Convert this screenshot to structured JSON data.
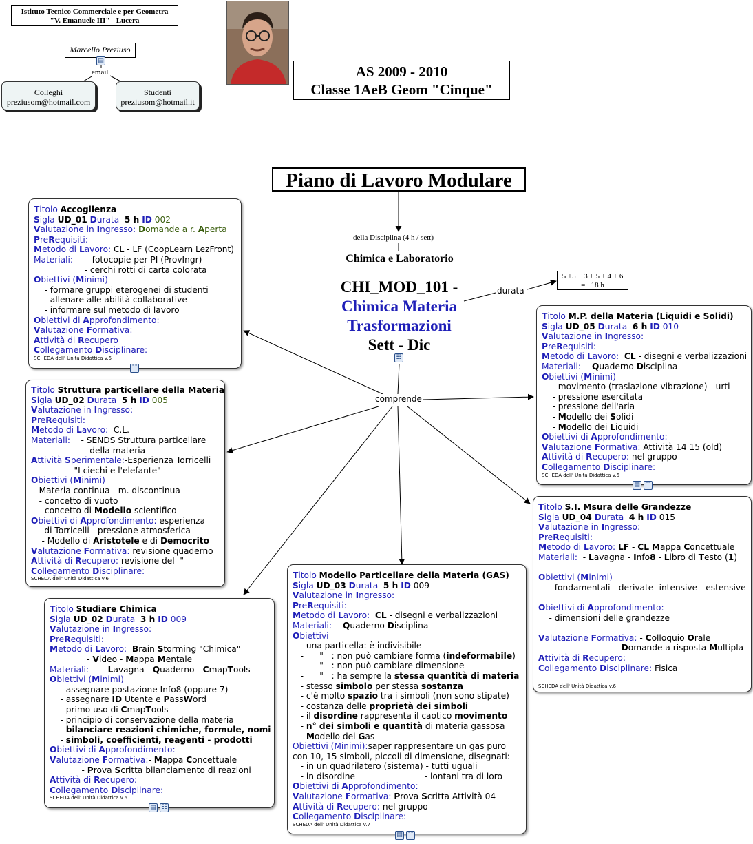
{
  "school": {
    "line1": "Istituto Tecnico Commerciale e per Geometra",
    "line2": "\"V. Emanuele III\" - Lucera"
  },
  "author": {
    "name": "Marcello Preziuso",
    "link_label": "email"
  },
  "contacts": [
    {
      "title": "Colleghi",
      "email": "preziusom@hotmail.com"
    },
    {
      "title": "Studenti",
      "email": "preziusom@hotmail.it"
    }
  ],
  "year": {
    "line1": "AS 2009 - 2010",
    "line2": "Classe 1AeB Geom \"Cinque\""
  },
  "main_title": "Piano di Lavoro Modulare",
  "discipline_link": "della Disciplina (4 h / sett)",
  "discipline": "Chimica e Laboratorio",
  "module": {
    "code": "CHI_MOD_101 -",
    "name_line1": "Chimica Materia",
    "name_line2": "Trasformazioni",
    "period": "Sett - Dic"
  },
  "link_durata": "durata",
  "durata_box": {
    "line1": "5 +5 + 3 + 5 + 4 + 6",
    "line2": "=   18 h"
  },
  "link_comprende": "comprende",
  "colors": {
    "label_blue": "#1f1fb8",
    "text_green": "#3a5e0e",
    "bubble_fill": "#eef4f4"
  },
  "icons": [
    "document-icon",
    "concept-map-icon"
  ],
  "units": [
    {
      "lines": [
        "<span class='bluebold'>T</span><span class='blue'>itolo</span> <span class='b'>Accoglienza</span>",
        "<span class='bluebold'>S</span><span class='blue'>igla</span> <span class='b'>UD_01</span> <span class='bluebold'>D</span><span class='blue'>urata</span>  <span class='b'>5 h</span> <span class='bluebold'>ID</span> <span class='green'>002</span>",
        "<span class='bluebold'>V</span><span class='blue'>alutazione in </span><span class='bluebold'>I</span><span class='blue'>ngresso:</span> <span class='green'><b>D</b>omande a r. <b>A</b>perta</span>",
        "<span class='bluebold'>P</span><span class='blue'>re</span><span class='bluebold'>R</span><span class='blue'>equisiti:</span>",
        "<span class='bluebold'>M</span><span class='blue'>etodo di </span><span class='bluebold'>L</span><span class='blue'>avoro:</span> CL - LF (CoopLearn LezFront)",
        "<span class='blue'>Materiali:</span>     - fotocopie per PI (ProvIngr)",
        "                   - cerchi rotti di carta colorata",
        "<span class='bluebold'>O</span><span class='blue'>biettivi (</span><span class='bluebold'>M</span><span class='blue'>inimi)</span>",
        "    - formare gruppi eterogenei di studenti",
        "    - allenare alle abilità collaborative",
        "    - informare sul metodo di lavoro",
        "<span class='bluebold'>O</span><span class='blue'>biettivi di </span><span class='bluebold'>A</span><span class='blue'>pprofondimento:</span>",
        "<span class='bluebold'>V</span><span class='blue'>alutazione </span><span class='bluebold'>F</span><span class='blue'>ormativa:</span>",
        "<span class='bluebold'>A</span><span class='blue'>ttività di </span><span class='bluebold'>R</span><span class='blue'>ecupero</span>",
        "<span class='bluebold'>C</span><span class='blue'>ollegamento </span><span class='bluebold'>D</span><span class='blue'>isciplinare:</span>"
      ],
      "footer": "SCHEDA dell' Unità Didattica v.6"
    },
    {
      "lines": [
        "<span class='bluebold'>T</span><span class='blue'>itolo</span> <span class='b'>Struttura particellare della Materia</span>",
        "<span class='bluebold'>S</span><span class='blue'>igla</span> <span class='b'>UD_02</span> <span class='bluebold'>D</span><span class='blue'>urata</span>  <span class='b'>5 h</span> <span class='bluebold'>ID</span> <span class='green'>005</span>",
        "<span class='bluebold'>V</span><span class='blue'>alutazione in </span><span class='bluebold'>I</span><span class='blue'>ngresso:</span>",
        "<span class='bluebold'>P</span><span class='blue'>re</span><span class='bluebold'>R</span><span class='blue'>equisiti:</span>",
        "<span class='bluebold'>M</span><span class='blue'>etodo di </span><span class='bluebold'>L</span><span class='blue'>avoro:</span>  C.L.",
        "<span class='blue'>Materiali:</span>    - SENDS Struttura particellare",
        "                      della materia",
        "<span class='bluebold'>A</span><span class='blue'>ttività </span><span class='bluebold'>S</span><span class='blue'>perimentale:</span>-Esperienza Torricelli",
        "              - \"I ciechi e l'elefante\"",
        "<span class='bluebold'>O</span><span class='blue'>biettivi (</span><span class='bluebold'>M</span><span class='blue'>inimi)</span>",
        "   Materia continua - m. discontinua",
        "   - concetto di vuoto",
        "   - concetto di <b>Modello</b> scientifico",
        "<span class='bluebold'>O</span><span class='blue'>biettivi di </span><span class='bluebold'>A</span><span class='blue'>pprofondimento:</span> esperienza",
        "     di Torricelli - pressione atmosferica",
        "    - Modello di <b>Aristotele</b> e di <b>Democrito</b>",
        "<span class='bluebold'>V</span><span class='blue'>alutazione </span><span class='bluebold'>F</span><span class='blue'>ormativa:</span> revisione quaderno",
        "<span class='bluebold'>A</span><span class='blue'>ttività di </span><span class='bluebold'>R</span><span class='blue'>ecupero:</span> revisione del  \"",
        "<span class='bluebold'>C</span><span class='blue'>ollegamento </span><span class='bluebold'>D</span><span class='blue'>isciplinare:</span>"
      ],
      "footer": "SCHEDA dell' Unità Didattica v.6"
    },
    {
      "lines": [
        "<span class='bluebold'>T</span><span class='blue'>itolo</span> <span class='b'>Studiare Chimica</span>",
        "<span class='bluebold'>S</span><span class='blue'>igla</span> <span class='b'>UD_02</span> <span class='bluebold'>D</span><span class='blue'>urata</span>  <span class='b'>3 h</span> <span class='bluebold'>ID</span> <span class='blue'>009</span>",
        "<span class='bluebold'>V</span><span class='blue'>alutazione in </span><span class='bluebold'>I</span><span class='blue'>ngresso:</span>",
        "<span class='bluebold'>P</span><span class='blue'>re</span><span class='bluebold'>R</span><span class='blue'>equisiti:</span>",
        "<span class='bluebold'>M</span><span class='blue'>etodo di </span><span class='bluebold'>L</span><span class='blue'>avoro:</span>  <b>B</b>rain <b>S</b>torming \"Chimica\"",
        "              - <b>V</b>ideo - <b>M</b>appa <b>M</b>entale",
        "<span class='blue'>Materiali:</span>     - <b>L</b>avagna - <b>Q</b>uaderno - <b>C</b>map<b>T</b>ools",
        "<span class='bluebold'>O</span><span class='blue'>biettivi (</span><span class='bluebold'>M</span><span class='blue'>inimi)</span>",
        "    - assegnare postazione Info8 (oppure 7)",
        "    - assegnare <b>ID</b> Utente e <b>P</b>ass<b>W</b>ord",
        "    - primo uso di <b>C</b>map<b>T</b>ools",
        "    - principio di conservazione della materia",
        "    - <b>bilanciare reazioni chimiche, formule, nomi</b>",
        "    - <b>simboli, coefficienti, reagenti - prodotti</b>",
        "<span class='bluebold'>O</span><span class='blue'>biettivi di </span><span class='bluebold'>A</span><span class='blue'>pprofondimento:</span>",
        "<span class='bluebold'>V</span><span class='blue'>alutazione </span><span class='bluebold'>F</span><span class='blue'>ormativa:</span>- <b>M</b>appa <b>C</b>oncettuale",
        "            - <b>P</b>rova <b>S</b>critta bilanciamento di reazioni",
        "<span class='bluebold'>A</span><span class='blue'>ttività di </span><span class='bluebold'>R</span><span class='blue'>ecupero:</span>",
        "<span class='bluebold'>C</span><span class='blue'>ollegamento </span><span class='bluebold'>D</span><span class='blue'>isciplinare:</span>"
      ],
      "footer": "SCHEDA dell' Unità Didattica v.6"
    },
    {
      "lines": [
        "<span class='bluebold'>T</span><span class='blue'>itolo</span> <span class='b'>Modello Particellare della Materia (GAS)</span>",
        "<span class='bluebold'>S</span><span class='blue'>igla</span> <span class='b'>UD_03</span> <span class='bluebold'>D</span><span class='blue'>urata</span>  <span class='b'>5 h</span> <span class='bluebold'>ID</span> 009",
        "<span class='bluebold'>V</span><span class='blue'>alutazione in </span><span class='bluebold'>I</span><span class='blue'>ngresso:</span>",
        "<span class='bluebold'>P</span><span class='blue'>re</span><span class='bluebold'>R</span><span class='blue'>equisiti:</span>",
        "<span class='bluebold'>M</span><span class='blue'>etodo di </span><span class='bluebold'>L</span><span class='blue'>avoro:</span>  <b>CL</b> - disegni e verbalizzazioni",
        "<span class='blue'>Materiali:</span>  - <b>Q</b>uaderno <b>D</b>isciplina",
        "<span class='bluebold'>O</span><span class='blue'>biettivi</span>",
        "   - una particella: è indivisibile",
        "   -      \"   : non può cambiare forma (<b>indeformabile</b>)",
        "   -      \"   : non può cambiare dimensione",
        "   -      \"   : ha sempre la <b>stessa quantità di materia</b>",
        "   - stesso <b>simbolo</b> per stessa <b>sostanza</b>",
        "   - c'è molto <b>spazio</b> tra i simboli (non sono stipate)",
        "   - costanza delle <b>proprietà dei simboli</b>",
        "   - il <b>disordine</b> rappresenta il caotico <b>movimento</b>",
        "   - <b>n° dei simboli e quantità</b> di materia gassosa",
        "   - <b>M</b>odello dei <b>G</b>as",
        "<span class='blue'>Obiettivi (Minimi):</span>saper rappresentare un gas puro",
        "con 10, 15 simboli, piccoli di dimensione, disegnati:",
        "   - in un quadrilatero (sistema) - tutti uguali",
        "   - in disordine                          - lontani tra di loro",
        "<span class='bluebold'>O</span><span class='blue'>biettivi di </span><span class='bluebold'>A</span><span class='blue'>pprofondimento:</span>",
        "<span class='bluebold'>V</span><span class='blue'>alutazione </span><span class='bluebold'>F</span><span class='blue'>ormativa:</span> <b>P</b>rova <b>S</b>critta Attività 04",
        "<span class='bluebold'>A</span><span class='blue'>ttività di </span><span class='bluebold'>R</span><span class='blue'>ecupero:</span> nel gruppo",
        "<span class='bluebold'>C</span><span class='blue'>ollegamento </span><span class='bluebold'>D</span><span class='blue'>isciplinare:</span>"
      ],
      "footer": "SCHEDA dell' Unità Didattica v.7"
    },
    {
      "lines": [
        "<span class='bluebold'>T</span><span class='blue'>itolo</span> <span class='b'>M.P. della Materia (Liquidi e Solidi)</span>",
        "<span class='bluebold'>S</span><span class='blue'>igla</span> <span class='b'>UD_05</span> <span class='bluebold'>D</span><span class='blue'>urata</span>  <span class='b'>6 h</span> <span class='bluebold'>ID</span> <span class='blue'>010</span>",
        "<span class='bluebold'>V</span><span class='blue'>alutazione in </span><span class='bluebold'>I</span><span class='blue'>ngresso:</span>",
        "<span class='bluebold'>P</span><span class='blue'>re</span><span class='bluebold'>R</span><span class='blue'>equisiti:</span>",
        "<span class='bluebold'>M</span><span class='blue'>etodo di </span><span class='bluebold'>L</span><span class='blue'>avoro:</span>  <b>CL</b> - disegni e verbalizzazioni",
        "<span class='blue'>Materiali:</span>  - <b>Q</b>uaderno <b>D</b>isciplina",
        "<span class='bluebold'>O</span><span class='blue'>biettivi (</span><span class='bluebold'>M</span><span class='blue'>inimi)</span>",
        "    - movimento (traslazione vibrazione) - urti",
        "    - pressione esercitata",
        "    - pressione dell'aria",
        "    - <b>M</b>odello dei <b>S</b>olidi",
        "    - <b>M</b>odello dei <b>L</b>iquidi",
        "<span class='bluebold'>O</span><span class='blue'>biettivi di </span><span class='bluebold'>A</span><span class='blue'>pprofondimento:</span>",
        "<span class='bluebold'>V</span><span class='blue'>alutazione </span><span class='bluebold'>F</span><span class='blue'>ormativa:</span> Attività 14 15 (old)",
        "<span class='bluebold'>A</span><span class='blue'>ttività di </span><span class='bluebold'>R</span><span class='blue'>ecupero:</span> nel gruppo",
        "<span class='bluebold'>C</span><span class='blue'>ollegamento </span><span class='bluebold'>D</span><span class='blue'>isciplinare:</span>"
      ],
      "footer": "SCHEDA dell' Unità Didattica v.6"
    },
    {
      "lines": [
        "<span class='bluebold'>T</span><span class='blue'>itolo</span> <span class='b'>S.I. Msura delle Grandezze</span>",
        "<span class='bluebold'>S</span><span class='blue'>igla</span> <span class='b'>UD_04</span> <span class='bluebold'>D</span><span class='blue'>urata</span>  <span class='b'>4 h</span> <span class='bluebold'>ID</span> 015",
        "<span class='bluebold'>V</span><span class='blue'>alutazione in </span><span class='bluebold'>I</span><span class='blue'>ngresso:</span>",
        "<span class='bluebold'>P</span><span class='blue'>re</span><span class='bluebold'>R</span><span class='blue'>equisiti:</span>",
        "<span class='bluebold'>M</span><span class='blue'>etodo di </span><span class='bluebold'>L</span><span class='blue'>avoro:</span> <b>LF</b> - <b>CL</b> <b>M</b>appa <b>C</b>oncettuale",
        "<span class='blue'>Materiali:</span>  - <b>L</b>avagna - <b>I</b>nfo<b>8</b> - <b>L</b>ibro di <b>T</b>esto (<b>1</b>)",
        " ",
        "<span class='bluebold'>O</span><span class='blue'>biettivi (</span><span class='bluebold'>M</span><span class='blue'>inimi)</span>",
        "    - fondamentali - derivate -intensive - estensive",
        " ",
        "<span class='bluebold'>O</span><span class='blue'>biettivi di </span><span class='bluebold'>A</span><span class='blue'>pprofondimento:</span>",
        "    - dimensioni delle grandezze",
        " ",
        "<span class='bluebold'>V</span><span class='blue'>alutazione </span><span class='bluebold'>F</span><span class='blue'>ormativa:</span> - <b>C</b>olloquio <b>O</b>rale",
        "                             - <b>D</b>omande a risposta <b>M</b>ultipla",
        "<span class='bluebold'>A</span><span class='blue'>ttività di </span><span class='bluebold'>R</span><span class='blue'>ecupero:</span>",
        "<span class='bluebold'>C</span><span class='blue'>ollegamento </span><span class='bluebold'>D</span><span class='blue'>isciplinare:</span> Fisica",
        " "
      ],
      "footer": "SCHEDA dell' Unità Didattica v.6"
    }
  ]
}
